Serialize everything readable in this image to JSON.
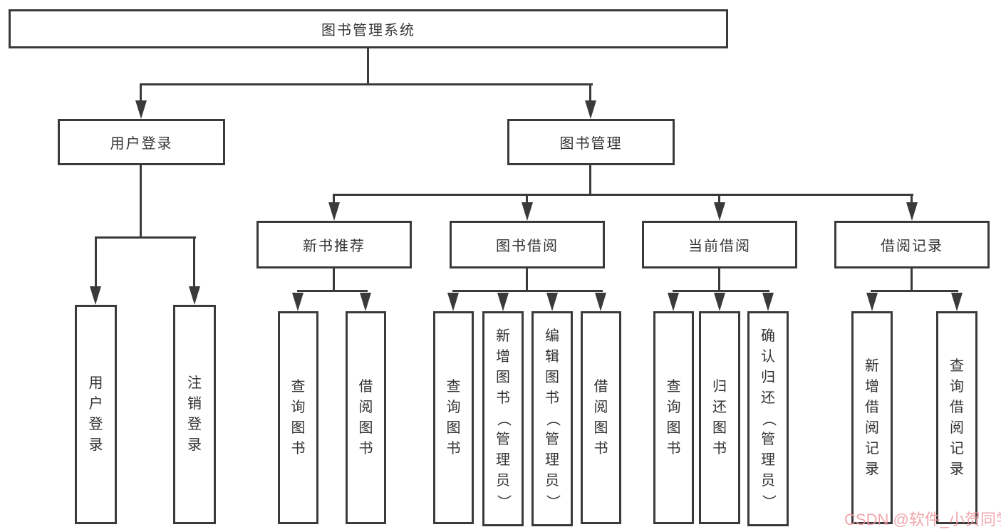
{
  "colors": {
    "line": "#3a3a3a",
    "text": "#333333",
    "watermark": "#ef9aa1",
    "background": "#ffffff"
  },
  "nodes": {
    "root": "图书管理系统",
    "level2": {
      "login": "用户登录",
      "management": "图书管理"
    },
    "level3": [
      "新书推荐",
      "图书借阅",
      "当前借阅",
      "借阅记录"
    ],
    "leaves": {
      "login": [
        "用户登录",
        "注销登录"
      ],
      "recommend": [
        "查询图书",
        "借阅图书"
      ],
      "borrow": [
        "查询图书",
        "新增图书（管理员）",
        "编辑图书（管理员）",
        "借阅图书"
      ],
      "current": [
        "查询图书",
        "归还图书",
        "确认归还（管理员）"
      ],
      "records": [
        "新增借阅记录",
        "查询借阅记录"
      ]
    }
  },
  "watermark": {
    "text": "CSDN @软件_小贺同学"
  }
}
